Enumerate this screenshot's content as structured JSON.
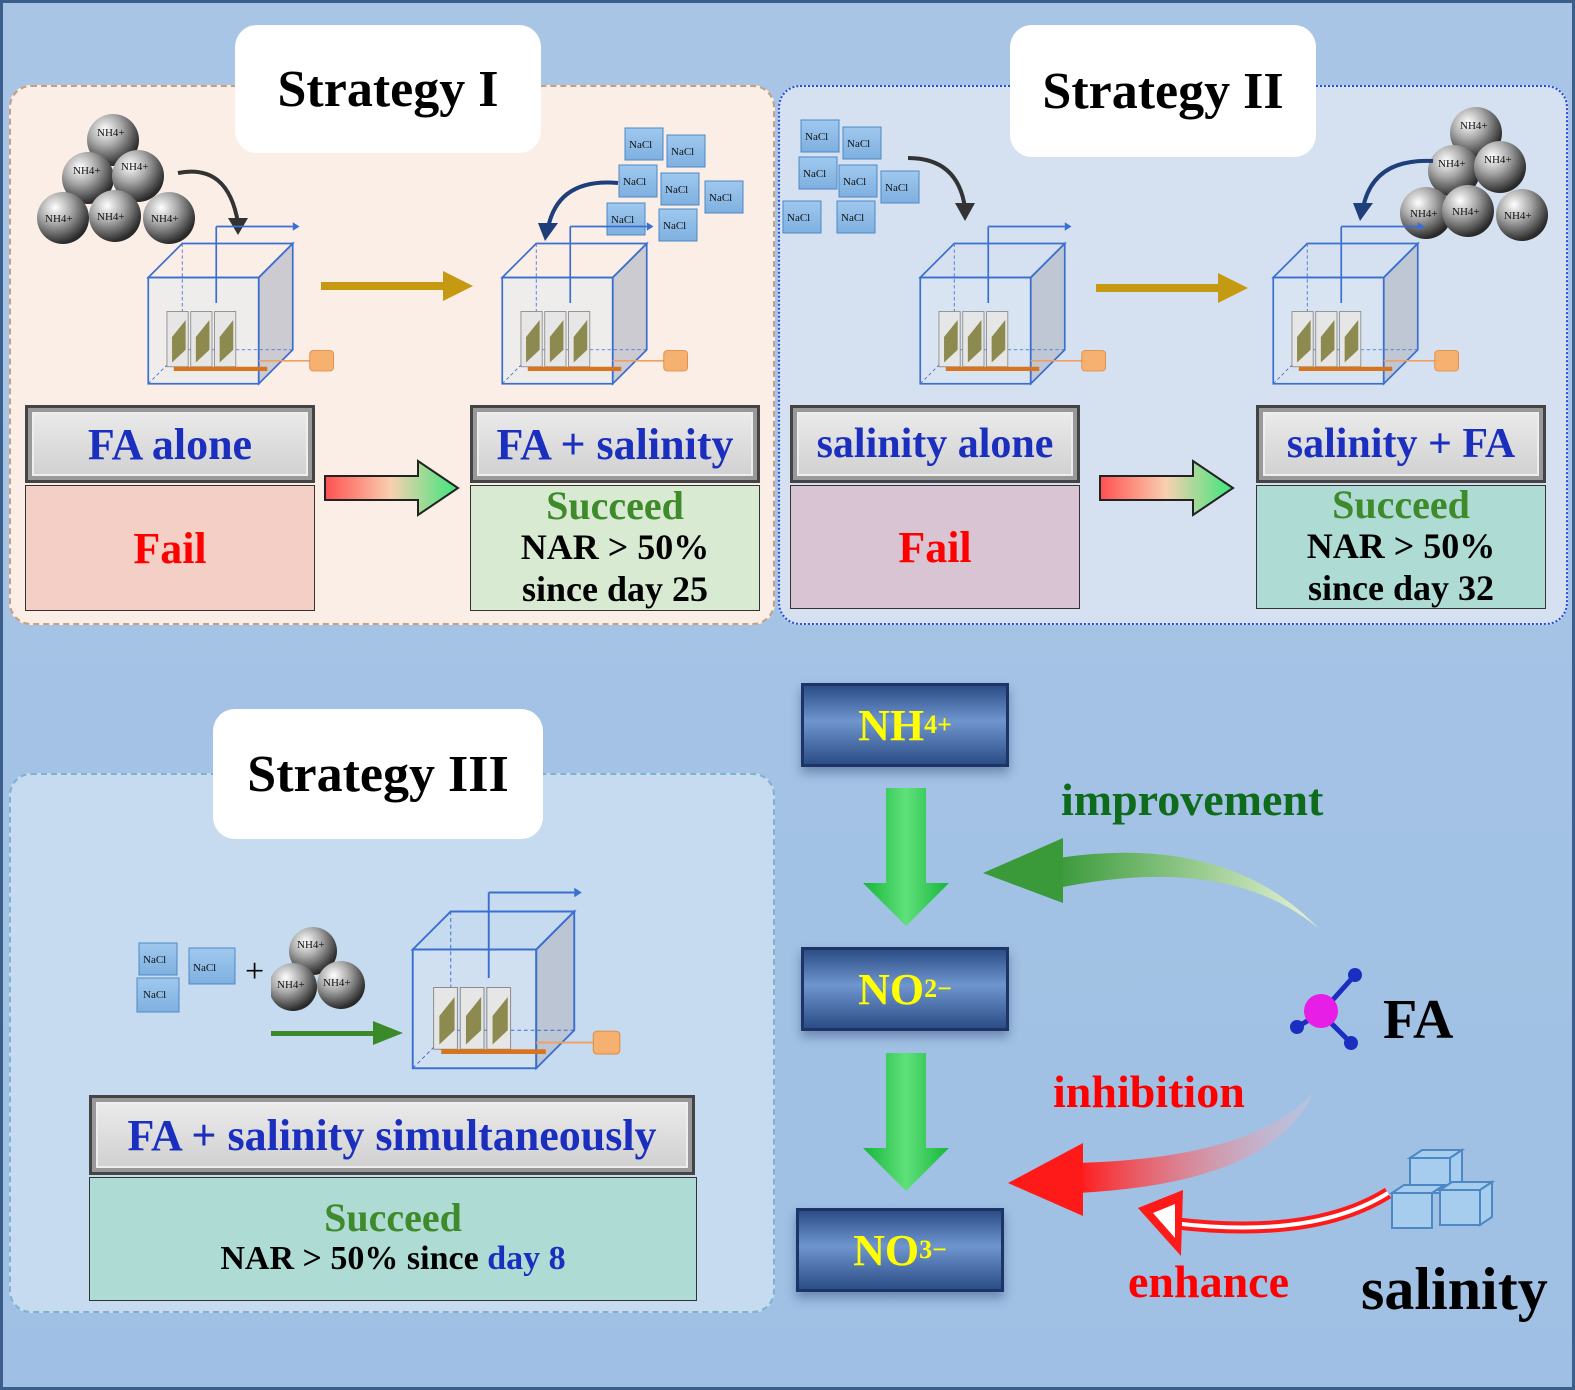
{
  "strategies": [
    {
      "title": "Strategy I",
      "first_label": "FA alone",
      "first_result": "Fail",
      "second_label": "FA + salinity",
      "second_result": {
        "status": "Succeed",
        "line1": "NAR > 50%",
        "line2": "since day 25"
      }
    },
    {
      "title": "Strategy II",
      "first_label": "salinity alone",
      "first_result": "Fail",
      "second_label": "salinity + FA",
      "second_result": {
        "status": "Succeed",
        "line1": "NAR > 50%",
        "line2": "since day 32"
      }
    },
    {
      "title": "Strategy III",
      "label": "FA + salinity simultaneously",
      "result": {
        "status": "Succeed",
        "line1_prefix": "NAR > 50% since ",
        "line1_highlight": "day 8"
      }
    }
  ],
  "chem_labels": {
    "nacl": "NaCl",
    "nh4": "NH4+",
    "plus": "+"
  },
  "pathway": {
    "stages": [
      {
        "base": "NH",
        "sub": "4",
        "sup": "+"
      },
      {
        "base": "NO",
        "sub": "2",
        "sup": "−"
      },
      {
        "base": "NO",
        "sub": "3",
        "sup": "−"
      }
    ],
    "improvement": "improvement",
    "inhibition": "inhibition",
    "enhance": "enhance",
    "fa": "FA",
    "salinity": "salinity"
  },
  "colors": {
    "label_text": "#1b2fbf",
    "fail": "#ff0000",
    "succeed": "#3f8a2a",
    "improvement": "#0f6b1c",
    "inhibition": "#ff0000",
    "stage_text": "#ffff00",
    "day_highlight": "#1b2fbf"
  }
}
